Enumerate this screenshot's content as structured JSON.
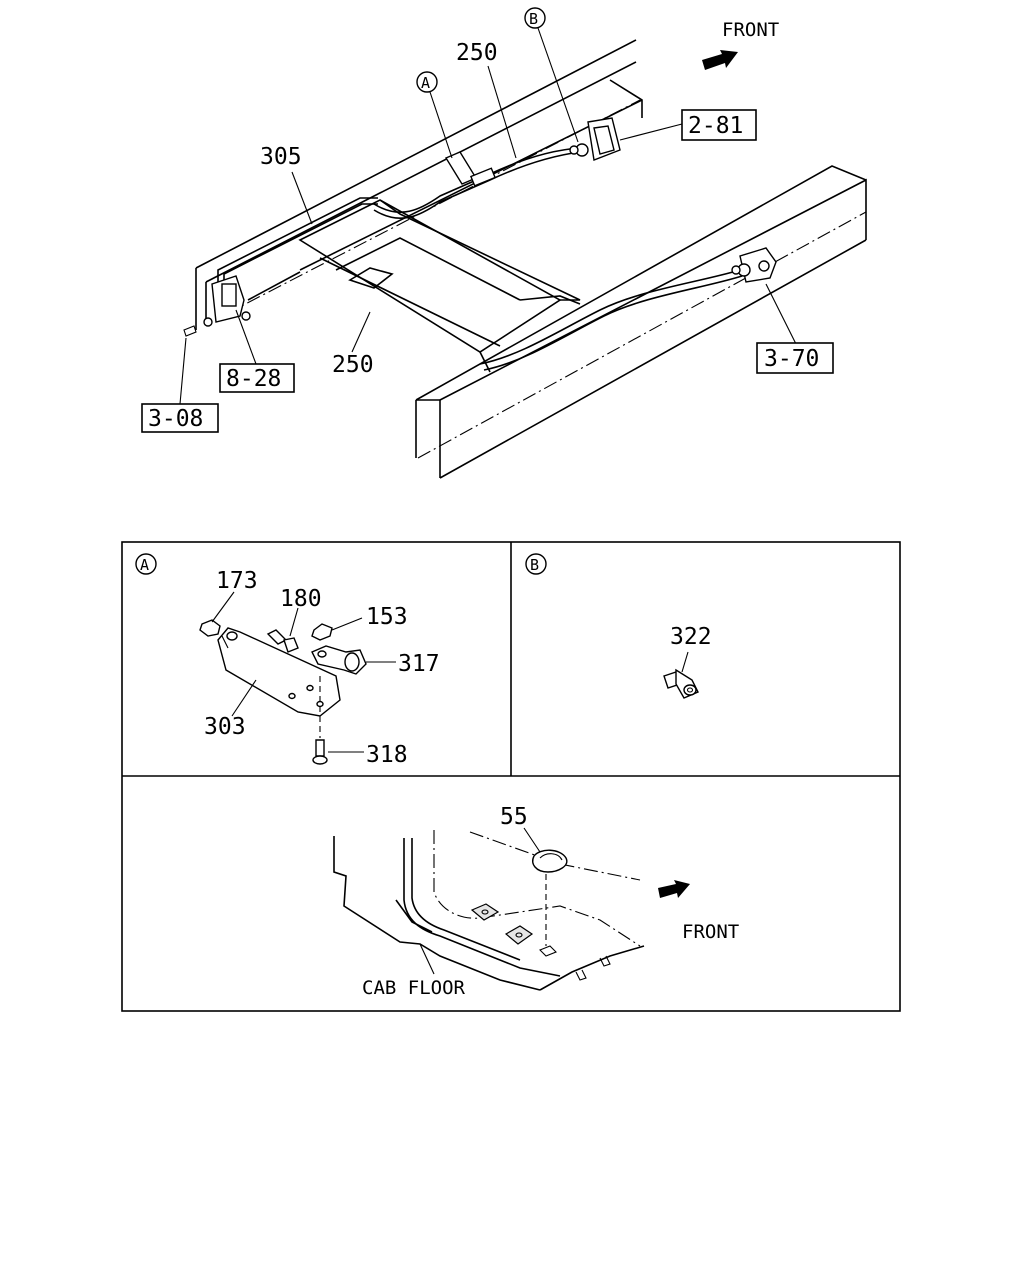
{
  "main_view": {
    "front_label": "FRONT",
    "callouts": {
      "part_250_top": "250",
      "part_250_bottom": "250",
      "part_305": "305",
      "detail_a": "A",
      "detail_b": "B"
    },
    "refs": {
      "ref_2_81": "2-81",
      "ref_3_70": "3-70",
      "ref_8_28": "8-28",
      "ref_3_08": "3-08"
    }
  },
  "detail_a": {
    "marker": "A",
    "parts": {
      "p173": "173",
      "p180": "180",
      "p153": "153",
      "p317": "317",
      "p303": "303",
      "p318": "318"
    }
  },
  "detail_b": {
    "marker": "B",
    "parts": {
      "p322": "322"
    }
  },
  "cab_view": {
    "part_55": "55",
    "front_label": "FRONT",
    "cab_floor_label": "CAB FLOOR"
  }
}
